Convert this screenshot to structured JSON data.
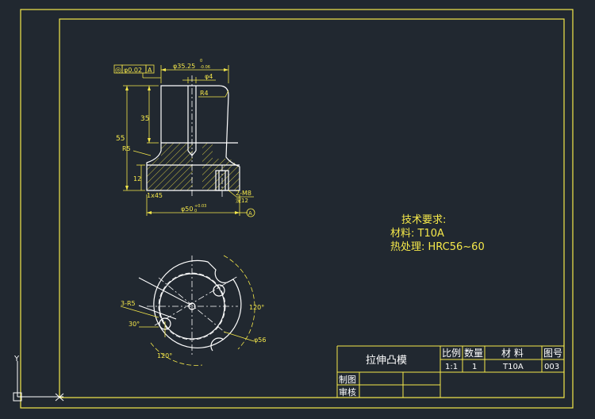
{
  "drawing": {
    "tech_requirements": {
      "heading": "技术要求:",
      "material_line": "材料: T10A",
      "heat_line": "热处理: HRC56~60"
    },
    "front_view": {
      "tol_symbol": "◎",
      "tol_value": "φ0.02",
      "tol_datum": "A",
      "top_dia": "φ35.25",
      "top_dia_upper": "0",
      "top_dia_lower": "-0.06",
      "hole_dia": "φ4",
      "radius_top": "R4",
      "dim_55": "55",
      "dim_35": "35",
      "radius_r5": "R5",
      "dim_12": "12",
      "chamfer": "1x45",
      "base_dia": "φ50",
      "base_dia_upper": "+0.03",
      "base_dia_lower": "0",
      "thread": "2-M8",
      "thread_depth": "深12",
      "datum_a": "A"
    },
    "top_view": {
      "notches": "3-R5",
      "angle_30": "30°",
      "angle_120a": "120°",
      "angle_120b": "120°",
      "pcd": "φ56"
    },
    "title_block": {
      "part_name": "拉伸凸模",
      "scale_hdr": "比例",
      "qty_hdr": "数量",
      "material_hdr": "材 料",
      "drawing_no_hdr": "图号",
      "scale_val": "1:1",
      "qty_val": "1",
      "material_val": "T10A",
      "drawing_no_val": "003",
      "drawn_label": "制图",
      "checked_label": "审核"
    },
    "ucs": {
      "y_label": "Y"
    }
  }
}
